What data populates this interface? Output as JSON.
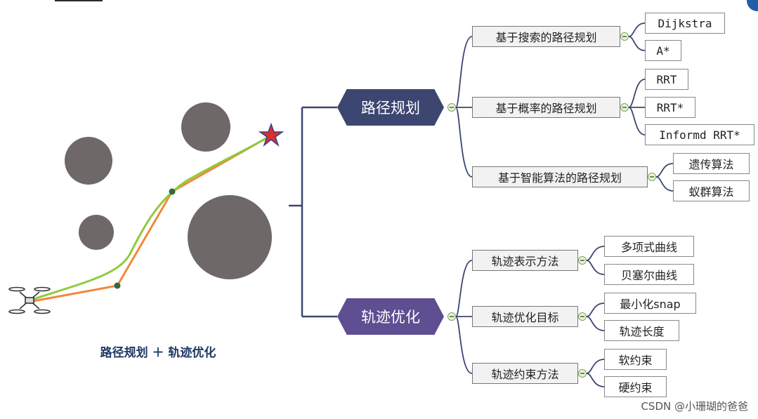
{
  "figure": {
    "caption": "路径规划 ＋ 轨迹优化"
  },
  "colors": {
    "obstacle": "#6e6869",
    "orange_path": "#f08a3c",
    "green_path": "#8ecb3e",
    "waypoint": "#2f6b3c",
    "goal_star": "#d8302a",
    "goal_star_outline": "#3b3f8f",
    "connector": "#3c4670"
  },
  "mindmap": {
    "planning": {
      "label": "路径规划",
      "groups": [
        {
          "label": "基于搜索的路径规划",
          "leaves": [
            "Dijkstra",
            "A*"
          ]
        },
        {
          "label": "基于概率的路径规划",
          "leaves": [
            "RRT",
            "RRT*",
            "Informd RRT*"
          ]
        },
        {
          "label": "基于智能算法的路径规划",
          "leaves": [
            "遗传算法",
            "蚁群算法"
          ]
        }
      ]
    },
    "trajectory": {
      "label": "轨迹优化",
      "groups": [
        {
          "label": "轨迹表示方法",
          "leaves": [
            "多项式曲线",
            "贝塞尔曲线"
          ]
        },
        {
          "label": "轨迹优化目标",
          "leaves": [
            "最小化snap",
            "轨迹长度"
          ]
        },
        {
          "label": "轨迹约束方法",
          "leaves": [
            "软约束",
            "硬约束"
          ]
        }
      ]
    }
  },
  "watermark": "CSDN @小珊瑚的爸爸"
}
